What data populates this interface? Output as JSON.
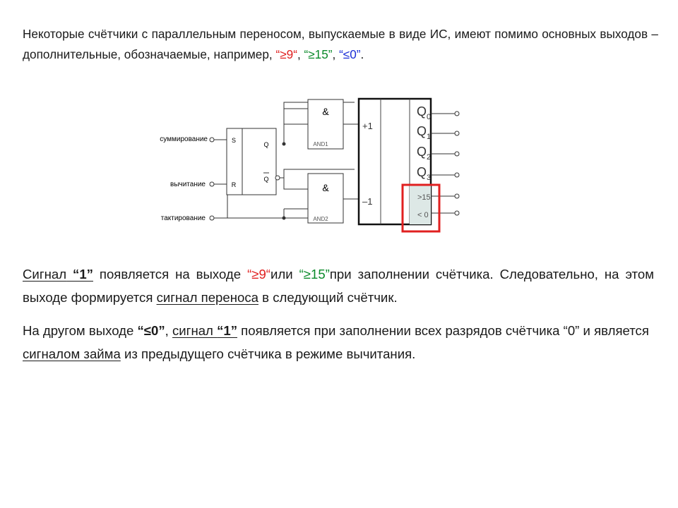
{
  "intro": {
    "part1": "Некоторые счётчики с параллельным переносом, выпускаемые в виде ИС, имеют помимо основных выходов – дополнительные, обозначаемые, например, ",
    "q_open": "“",
    "ge9": "≥9",
    "q_close": "“",
    "sep": ", ",
    "ge15": "“≥15”",
    "le0": "“≤0”",
    "end": "."
  },
  "diagram": {
    "inputs": {
      "sum": "суммирование",
      "sub": "вычитание",
      "clk": "тактирование"
    },
    "flipflop": {
      "s": "S",
      "r": "R",
      "q": "Q",
      "qbar": "Q"
    },
    "and1": {
      "symbol": "&",
      "name": "AND1"
    },
    "and2": {
      "symbol": "&",
      "name": "AND2"
    },
    "counter": {
      "plus": "+1",
      "minus": "–1",
      "outputs": [
        "Q0",
        "Q1",
        "Q2",
        "Q3"
      ],
      "extra": [
        ">15",
        "< 0"
      ]
    },
    "highlight_color": "#e02020"
  },
  "para1": {
    "w1": "Сигнал",
    "w2": "“1”",
    "w3": " появляется на выходе ",
    "ge9": "“≥9“",
    "w4": "или ",
    "ge15": "“≥15”",
    "w5": "при заполнении счётчика. Следовательно, на этом выходе формируется ",
    "link": "сигнал переноса",
    "w6": " в следующий счётчик."
  },
  "para2": {
    "w1": "На другом выходе ",
    "le0": "“≤0”",
    "w2": ", ",
    "sig": "сигнал ",
    "one": "“1”",
    "w3": " появляется при заполнении всех разрядов счётчика “0” и является ",
    "link": "сигналом займа",
    "w4": " из предыдущего счётчика в режиме вычитания."
  }
}
